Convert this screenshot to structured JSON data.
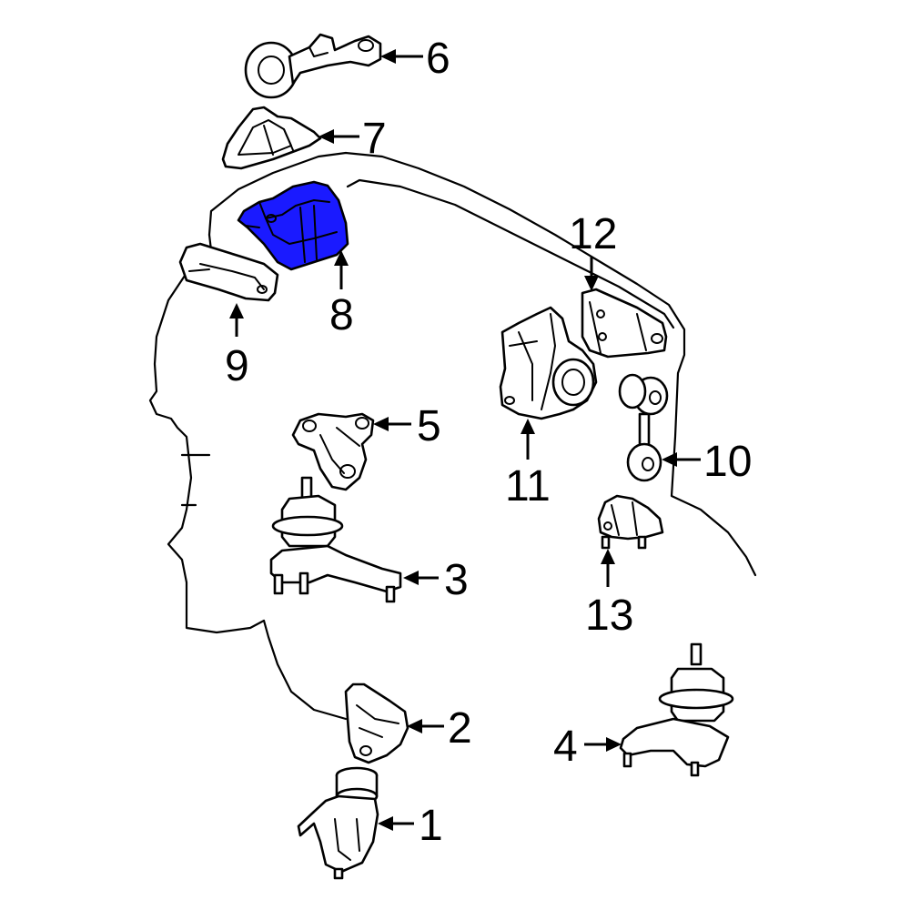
{
  "highlight_color": "#1a1aff",
  "highlighted_part": "8",
  "callouts": [
    {
      "id": "1",
      "label": "1"
    },
    {
      "id": "2",
      "label": "2"
    },
    {
      "id": "3",
      "label": "3"
    },
    {
      "id": "4",
      "label": "4"
    },
    {
      "id": "5",
      "label": "5"
    },
    {
      "id": "6",
      "label": "6"
    },
    {
      "id": "7",
      "label": "7"
    },
    {
      "id": "8",
      "label": "8"
    },
    {
      "id": "9",
      "label": "9"
    },
    {
      "id": "10",
      "label": "10"
    },
    {
      "id": "11",
      "label": "11"
    },
    {
      "id": "12",
      "label": "12"
    },
    {
      "id": "13",
      "label": "13"
    }
  ]
}
